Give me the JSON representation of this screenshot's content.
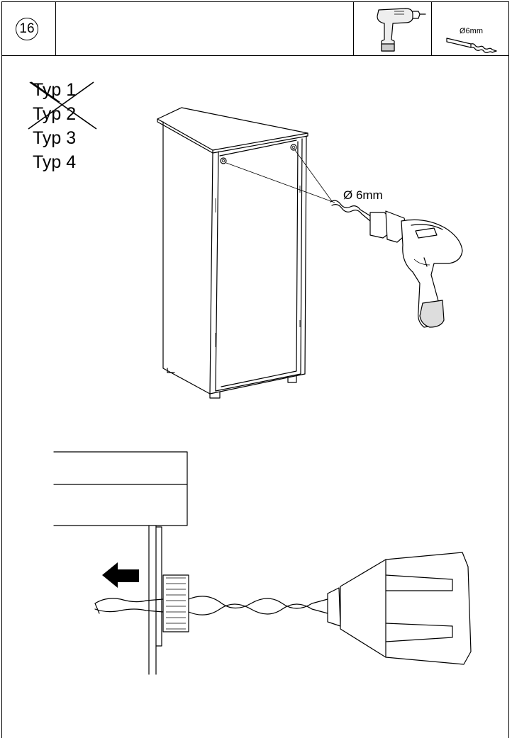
{
  "step": {
    "number": "16"
  },
  "header": {
    "tool_icon": "cordless-drill-icon",
    "bit_icon": "drill-bit-icon",
    "bit_label": "Ø6mm"
  },
  "types": [
    {
      "label": "Typ 1",
      "crossed": true
    },
    {
      "label": "Typ 2",
      "crossed": true
    },
    {
      "label": "Typ 3",
      "crossed": false
    },
    {
      "label": "Typ 4",
      "crossed": false
    }
  ],
  "drill_spec": "Ø 6mm",
  "colors": {
    "line": "#000000",
    "background": "#ffffff",
    "tool_fill": "#e6e6e6",
    "arrow": "#000000"
  }
}
